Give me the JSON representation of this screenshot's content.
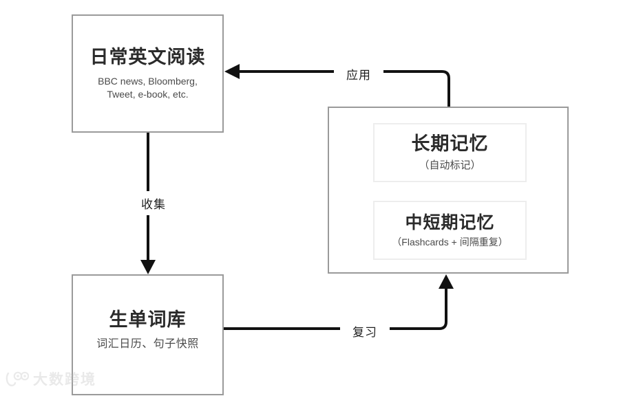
{
  "diagram": {
    "type": "flow-diagram",
    "nodes": [
      {
        "id": "daily-reading",
        "title": "日常英文阅读",
        "subtitle": "BBC news, Bloomberg,\nTweet, e-book, etc.",
        "subtitle_line1": "BBC news, Bloomberg,",
        "subtitle_line2": "Tweet, e-book, etc."
      },
      {
        "id": "word-bank",
        "title": "生单词库",
        "subtitle": "词汇日历、句子快照"
      },
      {
        "id": "memory-panel",
        "children": [
          {
            "id": "long-term-memory",
            "title": "长期记忆",
            "subtitle": "（自动标记）"
          },
          {
            "id": "short-mid-term-memory",
            "title": "中短期记忆",
            "subtitle": "（Flashcards + 间隔重复）"
          }
        ]
      }
    ],
    "edges": [
      {
        "id": "collect",
        "label": "收集",
        "from": "daily-reading",
        "to": "word-bank"
      },
      {
        "id": "review",
        "label": "复习",
        "from": "word-bank",
        "to": "memory-panel"
      },
      {
        "id": "apply",
        "label": "应用",
        "from": "memory-panel",
        "to": "daily-reading"
      }
    ]
  },
  "watermark": {
    "text": "大数跨境",
    "logo": "owl-logo-icon"
  },
  "colors": {
    "box_border": "#9a9a9a",
    "inner_border": "#ededed",
    "edge_stroke": "#111111",
    "text": "#2b2b2b",
    "background": "#ffffff"
  }
}
